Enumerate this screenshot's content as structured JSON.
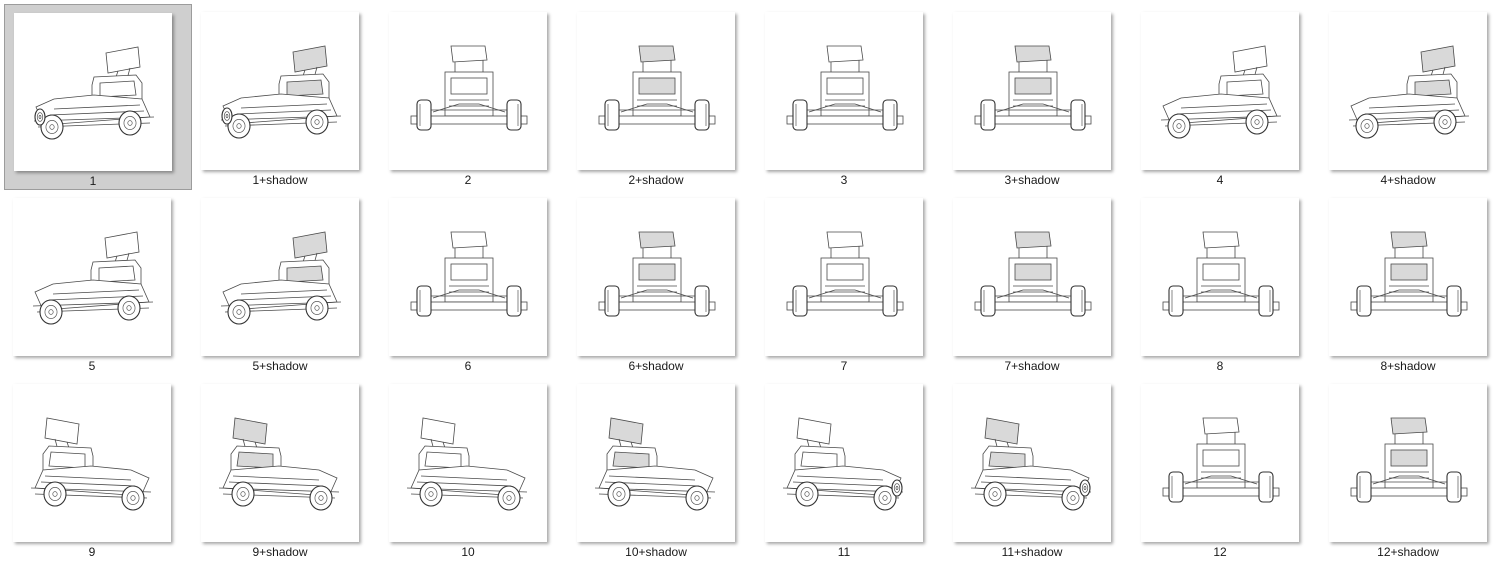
{
  "gallery": {
    "selected_index": 0,
    "items": [
      {
        "label": "1",
        "shadow": false,
        "view": "front-3q-left"
      },
      {
        "label": "1+shadow",
        "shadow": true,
        "view": "front-3q-left"
      },
      {
        "label": "2",
        "shadow": false,
        "view": "front-high"
      },
      {
        "label": "2+shadow",
        "shadow": true,
        "view": "front-high"
      },
      {
        "label": "3",
        "shadow": false,
        "view": "front"
      },
      {
        "label": "3+shadow",
        "shadow": true,
        "view": "front"
      },
      {
        "label": "4",
        "shadow": false,
        "view": "side-left"
      },
      {
        "label": "4+shadow",
        "shadow": true,
        "view": "side-left"
      },
      {
        "label": "5",
        "shadow": false,
        "view": "rear-3q-left"
      },
      {
        "label": "5+shadow",
        "shadow": true,
        "view": "rear-3q-left"
      },
      {
        "label": "6",
        "shadow": false,
        "view": "rear-left"
      },
      {
        "label": "6+shadow",
        "shadow": true,
        "view": "rear-left"
      },
      {
        "label": "7",
        "shadow": false,
        "view": "rear"
      },
      {
        "label": "7+shadow",
        "shadow": true,
        "view": "rear"
      },
      {
        "label": "8",
        "shadow": false,
        "view": "rear-3q-right"
      },
      {
        "label": "8+shadow",
        "shadow": true,
        "view": "rear-3q-right"
      },
      {
        "label": "9",
        "shadow": false,
        "view": "rear-3q-right-low"
      },
      {
        "label": "9+shadow",
        "shadow": true,
        "view": "rear-3q-right-low"
      },
      {
        "label": "10",
        "shadow": false,
        "view": "side-right"
      },
      {
        "label": "10+shadow",
        "shadow": true,
        "view": "side-right"
      },
      {
        "label": "11",
        "shadow": false,
        "view": "front-3q-right"
      },
      {
        "label": "11+shadow",
        "shadow": true,
        "view": "front-3q-right"
      },
      {
        "label": "12",
        "shadow": false,
        "view": "front-right"
      },
      {
        "label": "12+shadow",
        "shadow": true,
        "view": "front-right"
      }
    ]
  },
  "colors": {
    "selected_background": "#cfcfcf",
    "selected_border": "#9c9c9c",
    "thumb_background": "#ffffff",
    "caption_text": "#1a1a1a"
  }
}
